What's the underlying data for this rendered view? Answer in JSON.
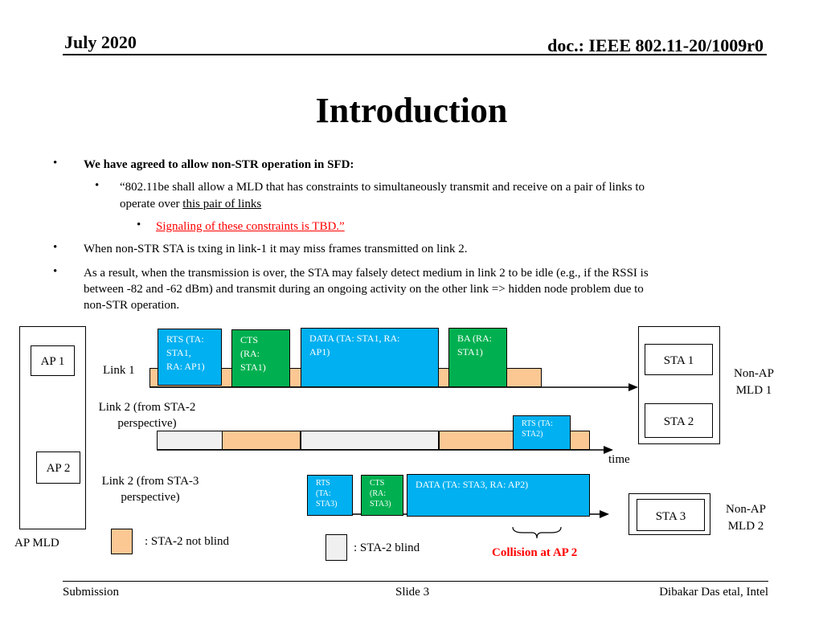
{
  "header": {
    "date": "July 2020",
    "doc": "doc.: IEEE 802.11-20/1009r0"
  },
  "title": "Introduction",
  "bullets": {
    "b1": "We have agreed to allow non-STR operation in SFD:",
    "b1_sub": "“802.11be shall allow a MLD that has constraints to simultaneously transmit and receive on a pair of links to",
    "b1_sub_line2_prefix": "operate over ",
    "b1_sub_line2_link": "this pair of links",
    "b1_subsub": "Signaling of these constraints is TBD.”",
    "b2": "When non-STR STA is txing in link-1 it may miss frames transmitted on link 2.",
    "b3_l1": "As a result, when the transmission is over, the STA may falsely detect medium in link 2 to be idle (e.g., if the RSSI is",
    "b3_l2": "between -82 and -62 dBm) and transmit during an ongoing activity on the other link => hidden node problem due to",
    "b3_l3": "non-STR operation.",
    "dot": "•"
  },
  "diagram": {
    "ap1": "AP 1",
    "ap2": "AP 2",
    "ap_mld": "AP MLD",
    "sta1": "STA 1",
    "sta2": "STA 2",
    "sta3": "STA 3",
    "non_ap_mld1_l1": "Non-AP",
    "non_ap_mld1_l2": "MLD 1",
    "non_ap_mld2_l1": "Non-AP",
    "non_ap_mld2_l2": "MLD 2",
    "link1": "Link 1",
    "link2_sta2_l1": "Link 2 (from STA-2",
    "link2_sta2_l2": "perspective)",
    "link2_sta3_l1": "Link 2 (from STA-3",
    "link2_sta3_l2": "perspective)",
    "time": "time",
    "rts1": [
      "RTS (TA:",
      "STA1,",
      "RA: AP1)"
    ],
    "cts1": [
      "CTS",
      "(RA:",
      "STA1)"
    ],
    "data1": [
      "DATA (TA: STA1, RA:",
      "AP1)"
    ],
    "ba1": [
      "BA (RA:",
      "STA1)"
    ],
    "rts2": [
      "RTS (TA:",
      "STA2)"
    ],
    "rts3": [
      "RTS",
      "(TA:",
      "STA3)"
    ],
    "cts3": [
      "CTS",
      "(RA:",
      "STA3)"
    ],
    "data3": "DATA (TA: STA3, RA: AP2)",
    "legend_not_blind": ": STA-2 not blind",
    "legend_blind": ": STA-2 blind",
    "collision": "Collision at AP 2"
  },
  "colors": {
    "not_blind": "#fbc894",
    "blind": "#f0f0f0",
    "tx_blue": "#00b0f0",
    "tx_green": "#00b050",
    "collision": "#ff0000",
    "signal_link": "#ff0000"
  },
  "footer": {
    "left": "Submission",
    "center": "Slide 3",
    "right": "Dibakar Das etal, Intel"
  }
}
